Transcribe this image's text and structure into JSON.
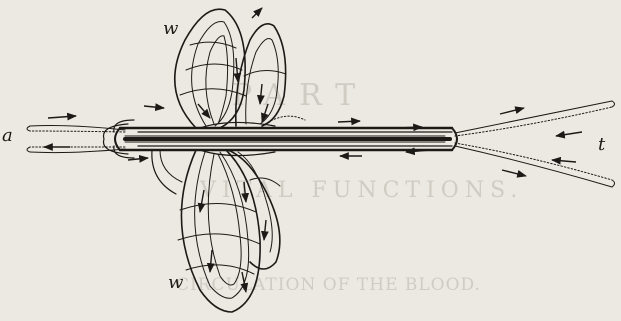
{
  "figure": {
    "labels": {
      "left_end": "a",
      "right_end": "t",
      "upper_wing": "w",
      "lower_wing": "w"
    },
    "show_through_text": {
      "line1": "PART",
      "line2": "VITAL FUNCTIONS.",
      "line3": "CIRCULATION OF THE BLOOD."
    },
    "colors": {
      "paper": "#ece9e2",
      "ink": "#1c1a17",
      "show_through": "#d0ccc3"
    }
  }
}
